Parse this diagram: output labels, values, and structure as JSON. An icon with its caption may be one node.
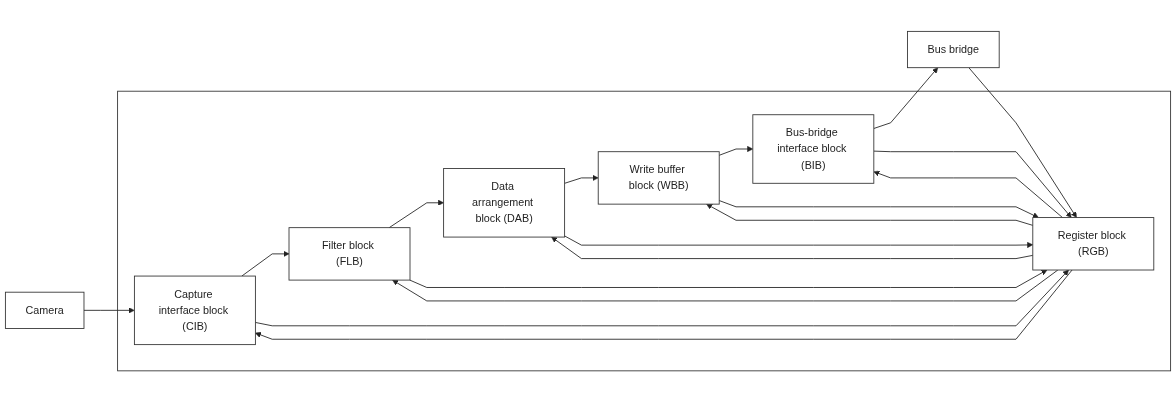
{
  "diagram": {
    "nodes": [
      {
        "text": [
          "Camera"
        ]
      },
      {
        "text": [],
        "shape": "box"
      },
      {
        "text": [
          "Capture interface block (CIB)"
        ],
        "in": 1
      },
      {
        "text": [
          "Filter block (FLB)"
        ],
        "in": 1
      },
      {
        "text": [
          "Data arrangement block (DAB)"
        ],
        "in": 1
      },
      {
        "text": [
          "Write buffer block (WBB)"
        ],
        "in": 1
      },
      {
        "text": [
          "Bus-bridge interface block (BIB)"
        ],
        "in": 1
      },
      {
        "text": [
          "Register block (RGB)"
        ],
        "in": 1
      },
      {
        "text": [
          "Bus bridge"
        ]
      }
    ],
    "edges": [
      {
        "from": 0,
        "to": 2,
        "arrow": "to"
      },
      {
        "from": 2,
        "to": 3,
        "arrow": "to"
      },
      {
        "from": 3,
        "to": 4,
        "arrow": "to"
      },
      {
        "from": 4,
        "to": 5,
        "arrow": "to"
      },
      {
        "from": 5,
        "to": 6,
        "arrow": "to"
      },
      {
        "from": 6,
        "to": 8,
        "arrow": "to"
      },
      {
        "from": 8,
        "to": 7,
        "arrow": "to"
      },
      {
        "from": 7,
        "to": 2,
        "arrow": "to"
      },
      {
        "from": 2,
        "to": 7,
        "arrow": "to"
      },
      {
        "from": 7,
        "to": 3,
        "arrow": "to"
      },
      {
        "from": 3,
        "to": 7,
        "arrow": "to"
      },
      {
        "from": 7,
        "to": 4,
        "arrow": "to"
      },
      {
        "from": 4,
        "to": 7,
        "arrow": "to"
      },
      {
        "from": 7,
        "to": 5,
        "arrow": "to"
      },
      {
        "from": 5,
        "to": 7,
        "arrow": "to"
      },
      {
        "from": 7,
        "to": 6,
        "arrow": "to"
      },
      {
        "from": 6,
        "to": 7,
        "arrow": "to"
      }
    ]
  }
}
